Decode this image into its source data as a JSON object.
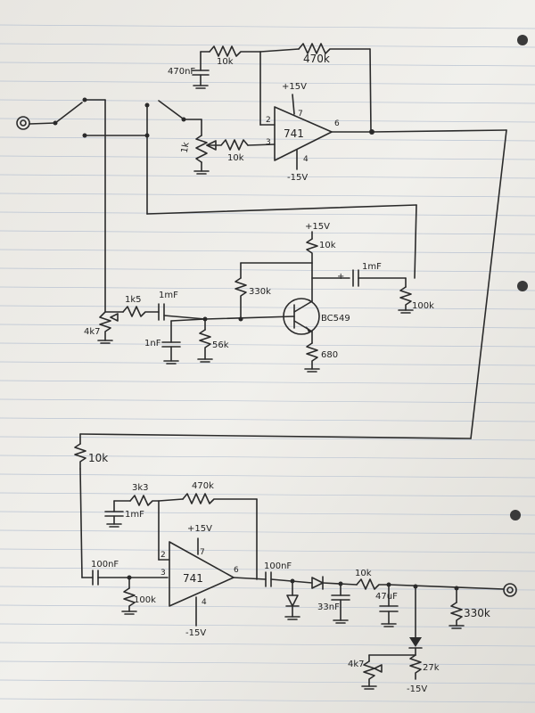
{
  "upper_opamp": {
    "part": "741",
    "pin2": "2",
    "pin3": "3",
    "pin7": "7",
    "pin6": "6",
    "pin4": "4",
    "vplus": "+15V",
    "vminus": "-15V"
  },
  "upper_parts": {
    "cap_470nf": "470nF",
    "r_10k_top": "10k",
    "r_470k_top": "470k",
    "pot_1k": "1k",
    "r_10k_in": "10k"
  },
  "transistor_stage": {
    "vplus": "+15V",
    "r_10k": "10k",
    "cap_1mf_out": "1mF",
    "r_100k": "100k",
    "r_330k": "330k",
    "transistor": "BC549",
    "r_680": "680",
    "r_1k5": "1k5",
    "cap_1mf_in": "1mF",
    "pot_4k7": "4k7",
    "cap_1nf": "1nF",
    "r_56k": "56k"
  },
  "lower_stage": {
    "r_10k_link": "10k",
    "r_3k3": "3k3",
    "cap_1mf": "1mF",
    "r_470k": "470k",
    "cap_100nf_in": "100nF",
    "r_100k": "100k",
    "opamp": {
      "part": "741",
      "pin2": "2",
      "pin3": "3",
      "pin7": "7",
      "pin6": "6",
      "pin4": "4",
      "vplus": "+15V",
      "vminus": "-15V"
    },
    "cap_100nf_out": "100nF",
    "r_10k_out": "10k",
    "cap_33nf": "33nF",
    "cap_47uf": "47uF",
    "r_330k": "330k",
    "r_4k7": "4k7",
    "r_27k": "27k",
    "vminus_bottom": "-15V"
  }
}
